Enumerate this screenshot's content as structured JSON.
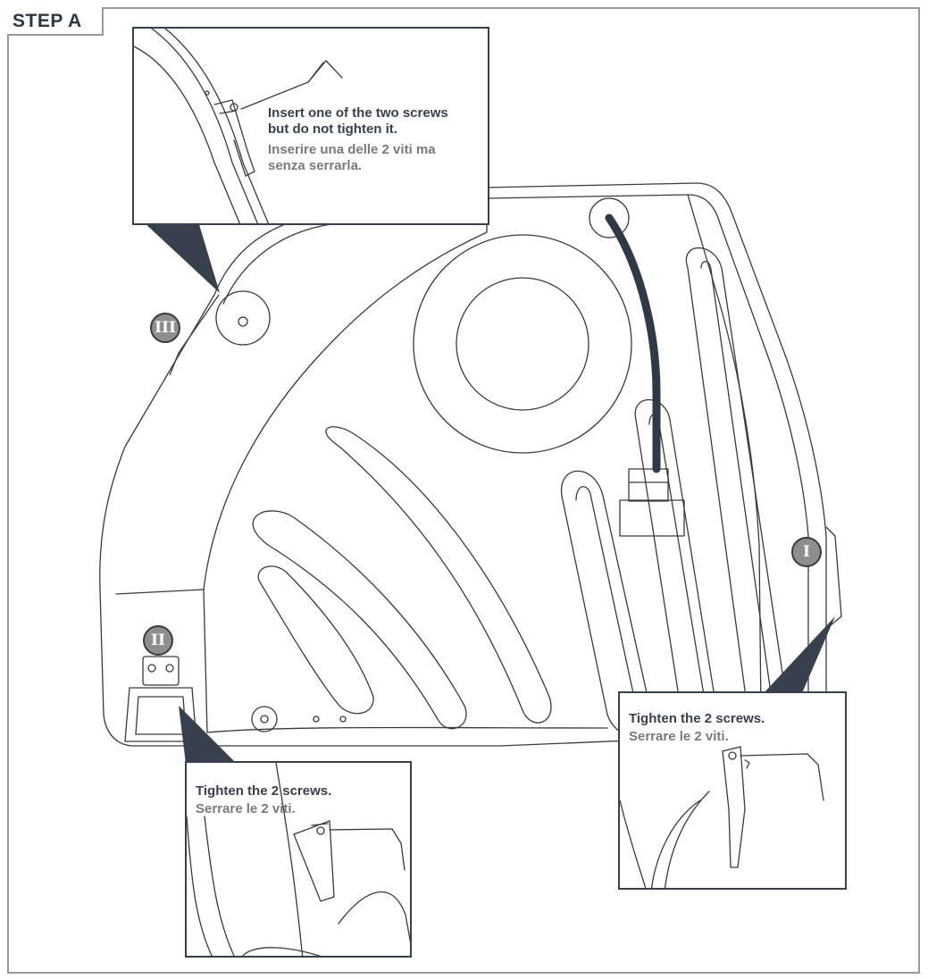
{
  "step": {
    "label": "STEP A"
  },
  "callouts": {
    "top": {
      "en": [
        "Insert one of the two screws",
        "but do not tighten it."
      ],
      "it": [
        "Inserire una delle 2 viti ma",
        "senza serrarla."
      ]
    },
    "bottom_left": {
      "en": "Tighten the 2 screws.",
      "it": "Serrare le 2 viti."
    },
    "bottom_right": {
      "en": "Tighten the 2 screws.",
      "it": "Serrare le 2 viti."
    }
  },
  "markers": {
    "one": "I",
    "two": "II",
    "three": "III"
  }
}
